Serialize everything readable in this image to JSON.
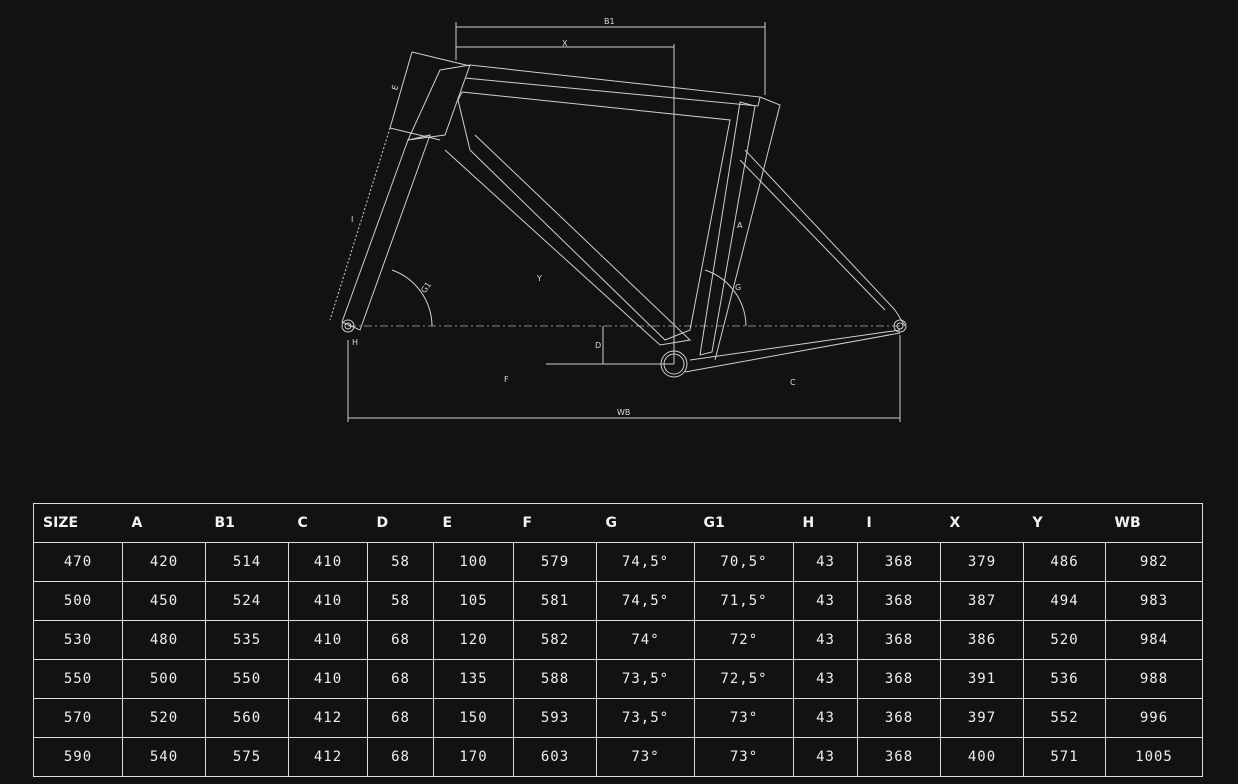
{
  "diagram": {
    "labels": {
      "B1": "B1",
      "X": "X",
      "E": "E",
      "I": "I",
      "G1": "G1",
      "Y": "Y",
      "A": "A",
      "G": "G",
      "D": "D",
      "H": "H",
      "F": "F",
      "C": "C",
      "WB": "WB"
    }
  },
  "table": {
    "headers": [
      "SIZE",
      "A",
      "B1",
      "C",
      "D",
      "E",
      "F",
      "G",
      "G1",
      "H",
      "I",
      "X",
      "Y",
      "WB"
    ],
    "rows": [
      [
        "470",
        "420",
        "514",
        "410",
        "58",
        "100",
        "579",
        "74,5°",
        "70,5°",
        "43",
        "368",
        "379",
        "486",
        "982"
      ],
      [
        "500",
        "450",
        "524",
        "410",
        "58",
        "105",
        "581",
        "74,5°",
        "71,5°",
        "43",
        "368",
        "387",
        "494",
        "983"
      ],
      [
        "530",
        "480",
        "535",
        "410",
        "68",
        "120",
        "582",
        "74°",
        "72°",
        "43",
        "368",
        "386",
        "520",
        "984"
      ],
      [
        "550",
        "500",
        "550",
        "410",
        "68",
        "135",
        "588",
        "73,5°",
        "72,5°",
        "43",
        "368",
        "391",
        "536",
        "988"
      ],
      [
        "570",
        "520",
        "560",
        "412",
        "68",
        "150",
        "593",
        "73,5°",
        "73°",
        "43",
        "368",
        "397",
        "552",
        "996"
      ],
      [
        "590",
        "540",
        "575",
        "412",
        "68",
        "170",
        "603",
        "73°",
        "73°",
        "43",
        "368",
        "400",
        "571",
        "1005"
      ]
    ]
  }
}
